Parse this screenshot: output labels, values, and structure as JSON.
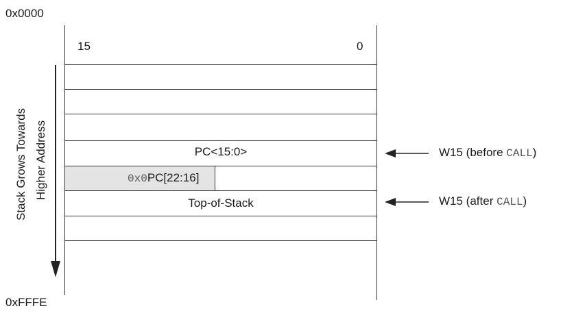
{
  "addresses": {
    "top": "0x0000",
    "bottom": "0xFFFE"
  },
  "bits": {
    "high": "15",
    "low": "0"
  },
  "direction_label": {
    "line1": "Stack Grows Towards",
    "line2": "Higher Address"
  },
  "stack": {
    "pc_low": "PC<15:0>",
    "pc_high_prefix": "0x0",
    "pc_high": "PC[22:16]",
    "top_of_stack": "Top-of-Stack"
  },
  "pointers": {
    "before": {
      "text": "W15 (before ",
      "code": "CALL",
      "close": ")"
    },
    "after": {
      "text": "W15 (after ",
      "code": "CALL",
      "close": ")"
    }
  },
  "colors": {
    "line": "#333333",
    "shade": "#e4e4e4",
    "code": "#555555"
  }
}
